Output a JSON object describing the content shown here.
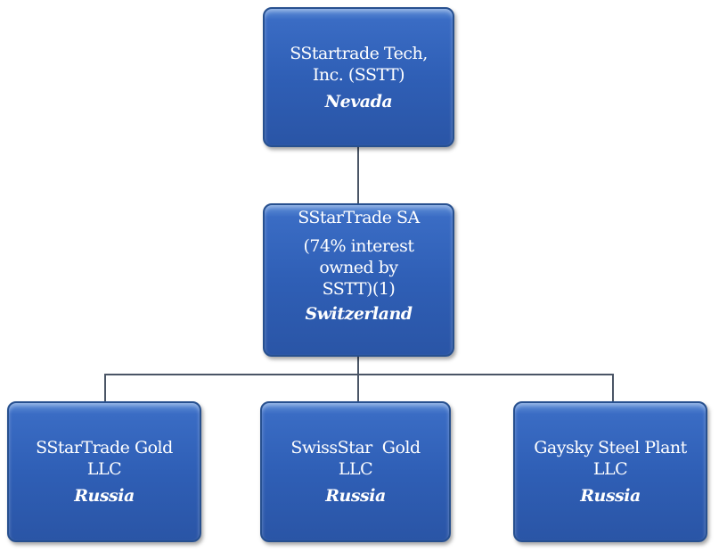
{
  "nodes": {
    "parent": {
      "name_line1": "SStartrade Tech,",
      "name_line2": "Inc. (SSTT)",
      "location": "Nevada"
    },
    "subsidiary": {
      "name_line1": "SStarTrade SA",
      "name_line2": "(74% interest",
      "name_line3": "owned by",
      "name_line4": "SSTT)(1)",
      "location": "Switzerland"
    },
    "children": [
      {
        "name_line1": "SStarTrade Gold",
        "name_line2": "LLC",
        "location": "Russia"
      },
      {
        "name_line1": "SwissStar  Gold",
        "name_line2": "LLC",
        "location": "Russia"
      },
      {
        "name_line1": "Gaysky Steel Plant",
        "name_line2": "LLC",
        "location": "Russia"
      }
    ]
  },
  "colors": {
    "box": "#2f5fb6",
    "connector": "#4a5566"
  }
}
